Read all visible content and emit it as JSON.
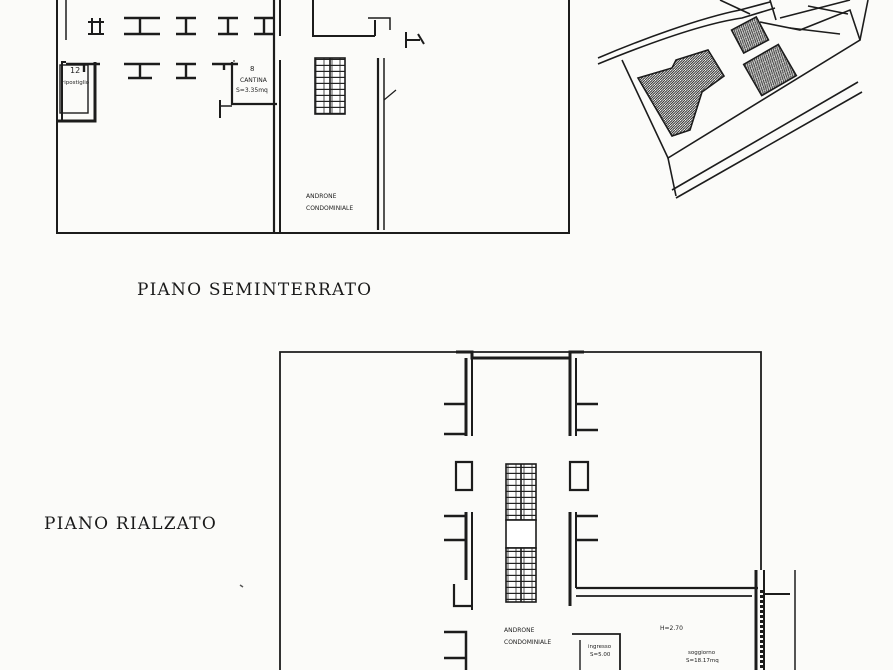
{
  "semi": {
    "title": "PIANO SEMINTERRATO",
    "room12_num": "12",
    "room12_name": "ripostiglio",
    "room8_num": "8",
    "room8_name": "CANTINA",
    "room8_area": "S=3.35mq",
    "hall_line1": "ANDRONE",
    "hall_line2": "CONDOMINIALE"
  },
  "rialzato": {
    "title": "PIANO RIALZATO",
    "hall_line1": "ANDRONE",
    "hall_line2": "CONDOMINIALE",
    "height": "H=2.70",
    "unit_line1": "soggiorno",
    "unit_line2": "S=18.17mq",
    "room_line1": "ingresso",
    "room_line2": "S=5.00"
  },
  "colors": {
    "ink": "#1c1c1c",
    "paper": "#fbfbf9",
    "hatch": "#3a3a3a"
  }
}
